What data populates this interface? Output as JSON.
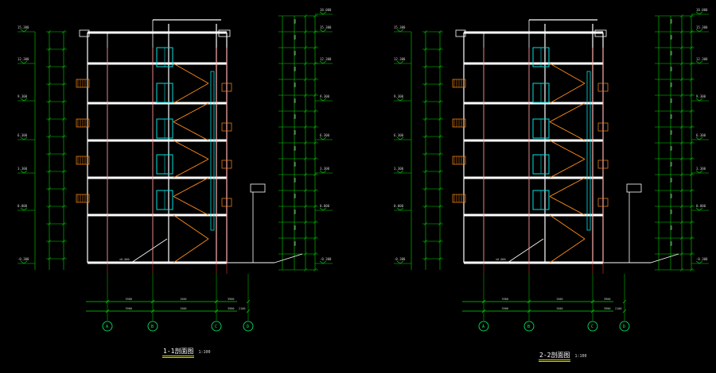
{
  "colors": {
    "background": "#000000",
    "wall": "#ffffff",
    "dim": "#00d800",
    "dim_text": "#d0d0d0",
    "stair": "#ff8c1a",
    "window": "#00e0e0",
    "axis": "#ff2b2b",
    "green_axis": "#00ff66",
    "grid_line": "#ff4040",
    "title_underline": "#d8d800"
  },
  "sections": [
    {
      "id": "section-1",
      "title": "1-1剖面图",
      "scale": "1:100",
      "axes": [
        "A",
        "B",
        "C",
        "D"
      ],
      "left_levels": [
        "15.300",
        "12.300",
        "9.300",
        "6.300",
        "3.300",
        "0.000",
        "-0.300"
      ],
      "right_levels": [
        "18.000",
        "15.300",
        "12.300",
        "9.300",
        "6.300",
        "3.300",
        "0.000",
        "-0.300"
      ],
      "total_dims": [
        "3900",
        "1500",
        "3900",
        "2100"
      ]
    },
    {
      "id": "section-2",
      "title": "2-2剖面图",
      "scale": "1:100",
      "axes": [
        "A",
        "B",
        "C",
        "D"
      ],
      "left_levels": [
        "15.300",
        "12.300",
        "9.300",
        "6.300",
        "3.300",
        "0.000",
        "-0.300"
      ],
      "right_levels": [
        "18.000",
        "15.300",
        "12.300",
        "9.300",
        "6.300",
        "3.300",
        "0.000",
        "-0.300"
      ],
      "total_dims": [
        "3900",
        "1500",
        "3900",
        "2100"
      ]
    }
  ]
}
